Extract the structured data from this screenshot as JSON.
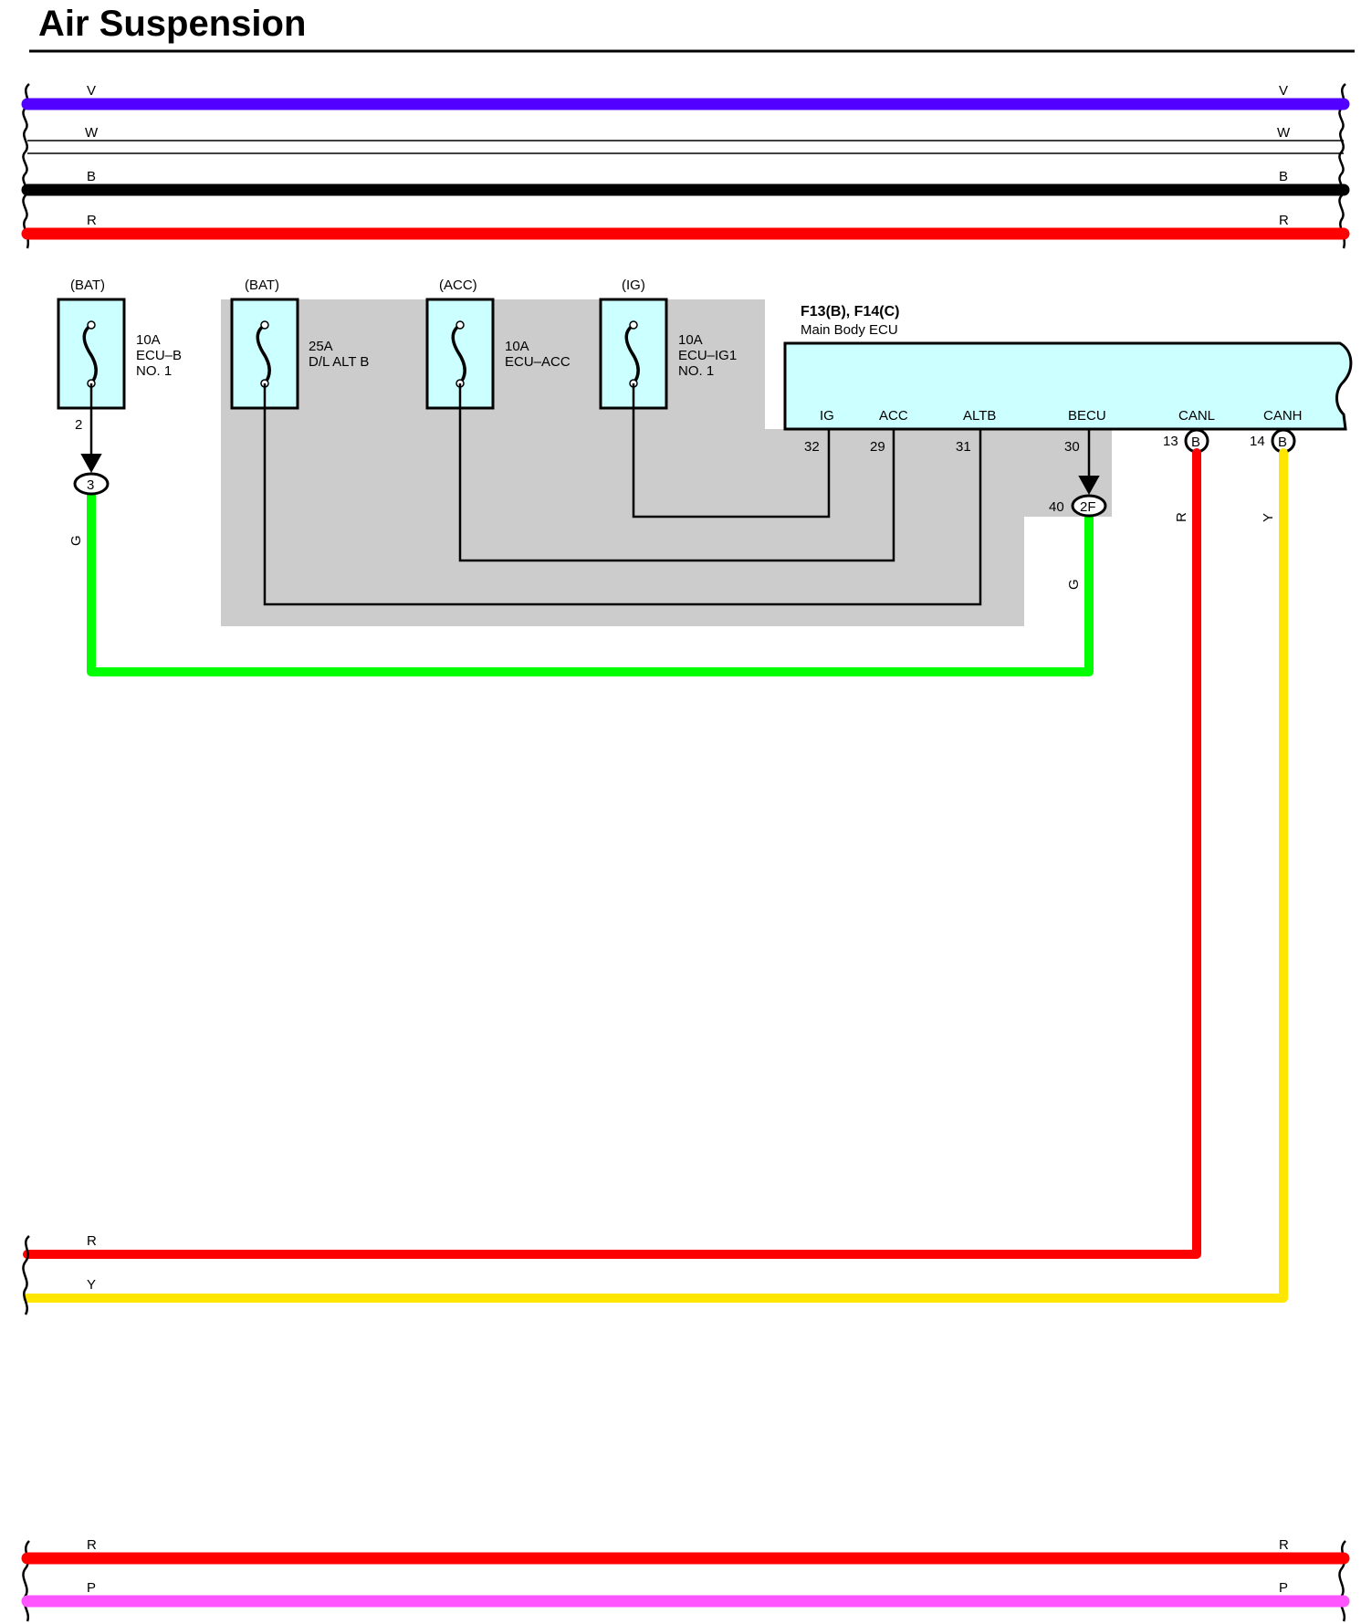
{
  "title": "Air Suspension",
  "colors": {
    "violet": "#5200FF",
    "white": "#FFFFFF",
    "black": "#000000",
    "red": "#FF0000",
    "green": "#00FF00",
    "yellow": "#FFE600",
    "pink": "#FF55FF",
    "fuse_fill": "#CCFFFF",
    "ecu_fill": "#CCFFFF",
    "relay_block": "#CCCCCC"
  },
  "top_bus": [
    {
      "code": "V",
      "color": "violet"
    },
    {
      "code": "W",
      "color": "white"
    },
    {
      "code": "B",
      "color": "black"
    },
    {
      "code": "R",
      "color": "red"
    }
  ],
  "fuses": [
    {
      "source": "(BAT)",
      "lines": [
        "10A",
        "ECU–B",
        "NO. 1"
      ]
    },
    {
      "source": "(BAT)",
      "lines": [
        "25A",
        "D/L ALT B"
      ]
    },
    {
      "source": "(ACC)",
      "lines": [
        "10A",
        "ECU–ACC"
      ]
    },
    {
      "source": "(IG)",
      "lines": [
        "10A",
        "ECU–IG1",
        "NO. 1"
      ]
    }
  ],
  "fuse1_pin": "2",
  "connector_3": "3",
  "ecu": {
    "code": "F13(B), F14(C)",
    "name": "Main Body ECU",
    "terminals": [
      {
        "name": "IG",
        "pin": "32"
      },
      {
        "name": "ACC",
        "pin": "29"
      },
      {
        "name": "ALTB",
        "pin": "31"
      },
      {
        "name": "BECU",
        "pin": "30"
      },
      {
        "name": "CANL",
        "pin": "13",
        "conn": "B"
      },
      {
        "name": "CANH",
        "pin": "14",
        "conn": "B"
      }
    ]
  },
  "connector_2f": {
    "label": "2F",
    "pin": "40"
  },
  "wire_labels": {
    "green": "G",
    "red": "R",
    "yellow": "Y"
  },
  "mid_bus": [
    {
      "code": "R",
      "color": "red"
    },
    {
      "code": "Y",
      "color": "yellow"
    }
  ],
  "bottom_bus": [
    {
      "code": "R",
      "color": "red"
    },
    {
      "code": "P",
      "color": "pink"
    }
  ]
}
